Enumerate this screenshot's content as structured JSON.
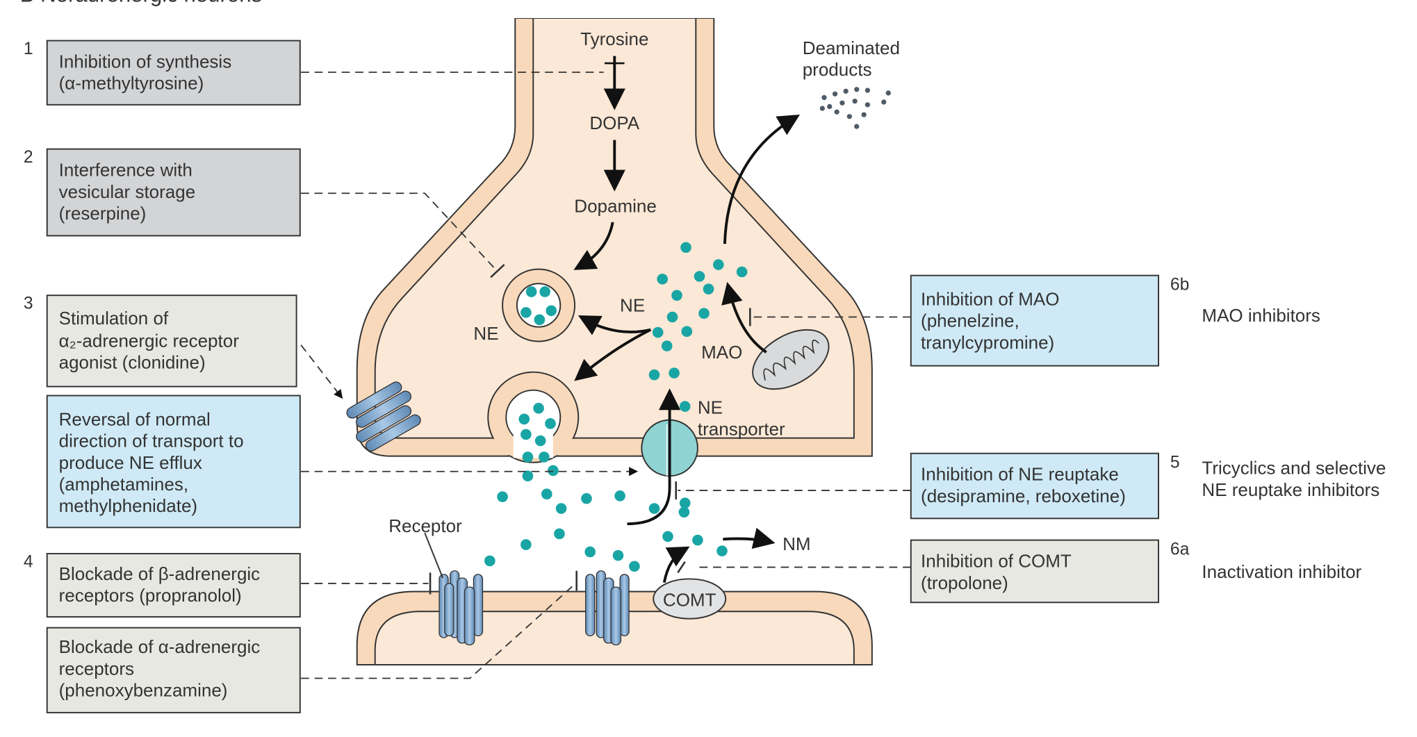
{
  "title": "B  Noradrenergic neurons",
  "colors": {
    "membrane": "#f8d9bb",
    "cytoplasm": "#fbe8d6",
    "ne_dot": "#1aa5a5",
    "gray_box": "#d3d4d6",
    "neutral_box": "#e7e8e2",
    "blue_box": "#cfeaf6",
    "receptor": "#7fa9cf"
  },
  "left_boxes": [
    {
      "number": "1",
      "lines": [
        "Inhibition of synthesis",
        "(α-methyltyrosine)"
      ]
    },
    {
      "number": "2",
      "lines": [
        "Interference with",
        "vesicular storage",
        "(reserpine)"
      ]
    },
    {
      "number": "3",
      "lines": [
        "Stimulation of",
        "α₂-adrenergic receptor",
        "agonist (clonidine)"
      ]
    },
    {
      "number": "",
      "lines": [
        "Reversal of normal",
        "direction of transport to",
        "produce NE efflux",
        "(amphetamines,",
        "methylphenidate)"
      ]
    },
    {
      "number": "4",
      "lines": [
        "Blockade of β-adrenergic",
        "receptors (propranolol)"
      ]
    },
    {
      "number": "",
      "lines": [
        "Blockade of α-adrenergic",
        "receptors",
        "(phenoxybenzamine)"
      ]
    }
  ],
  "right_boxes": [
    {
      "number": "6b",
      "lines": [
        "Inhibition of MAO",
        "(phenelzine,",
        "tranylcypromine)"
      ],
      "category": [
        "MAO inhibitors"
      ]
    },
    {
      "number": "5",
      "lines": [
        "Inhibition of NE reuptake",
        "(desipramine, reboxetine)"
      ],
      "category": [
        "Tricyclics and selective",
        "NE reuptake inhibitors"
      ]
    },
    {
      "number": "6a",
      "lines": [
        "Inhibition of COMT",
        "(tropolone)"
      ],
      "category": [
        "Inactivation inhibitor"
      ]
    }
  ],
  "labels": {
    "tyrosine": "Tyrosine",
    "dopa": "DOPA",
    "dopamine": "Dopamine",
    "ne_vesicle": "NE",
    "ne_cytoplasm": "NE",
    "mao": "MAO",
    "deaminated": [
      "Deaminated",
      "products"
    ],
    "ne_transporter": [
      "NE",
      "transporter"
    ],
    "receptor": "Receptor",
    "nm": "NM",
    "comt": "COMT"
  }
}
